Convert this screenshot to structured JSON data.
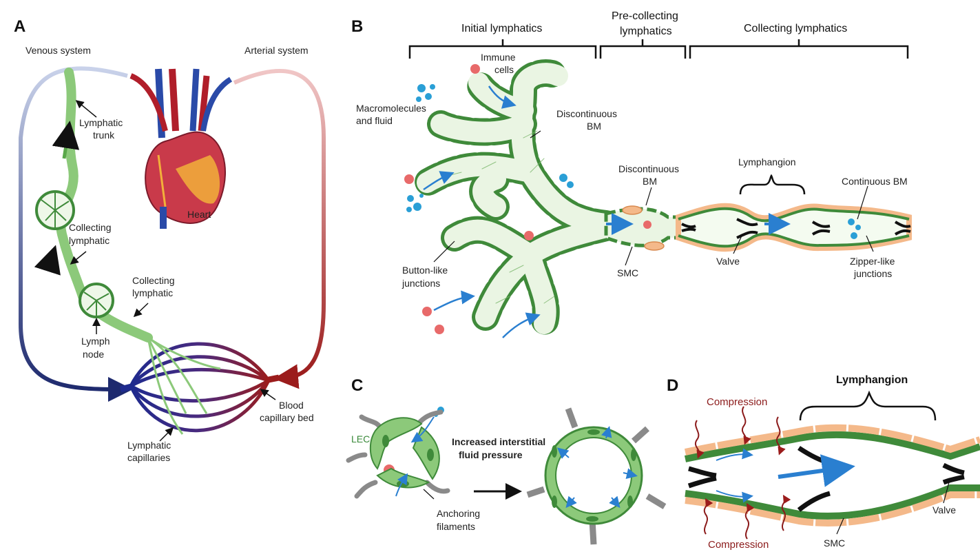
{
  "panels": {
    "a": "A",
    "b": "B",
    "c": "C",
    "d": "D"
  },
  "panel_a": {
    "venous_system": "Venous system",
    "arterial_system": "Arterial system",
    "lymphatic_trunk": [
      "Lymphatic",
      "trunk"
    ],
    "heart": "Heart",
    "collecting_lymphatic_1": [
      "Collecting",
      "lymphatic"
    ],
    "collecting_lymphatic_2": [
      "Collecting",
      "lymphatic"
    ],
    "lymph_node": [
      "Lymph",
      "node"
    ],
    "blood_capillary_bed": [
      "Blood",
      "capillary bed"
    ],
    "lymphatic_capillaries": [
      "Lymphatic",
      "capillaries"
    ]
  },
  "panel_b": {
    "initial_lymphatics": "Initial lymphatics",
    "pre_collecting_lymphatics": [
      "Pre-collecting",
      "lymphatics"
    ],
    "collecting_lymphatics": "Collecting lymphatics",
    "immune_cells": [
      "Immune",
      "cells"
    ],
    "macromolecules": [
      "Macromolecules",
      "and fluid"
    ],
    "discontinuous_bm_1": [
      "Discontinuous",
      "BM"
    ],
    "discontinuous_bm_2": [
      "Discontinuous",
      "BM"
    ],
    "lymphangion": "Lymphangion",
    "continuous_bm": "Continuous BM",
    "button_junctions": [
      "Button-like",
      "junctions"
    ],
    "smc": "SMC",
    "valve": "Valve",
    "zipper_junctions": [
      "Zipper-like",
      "junctions"
    ]
  },
  "panel_c": {
    "lec": "LEC",
    "increased_pressure": [
      "Increased interstitial",
      "fluid pressure"
    ],
    "anchoring_filaments": [
      "Anchoring",
      "filaments"
    ]
  },
  "panel_d": {
    "lymphangion": "Lymphangion",
    "compression_top": "Compression",
    "compression_bottom": "Compression",
    "valve": "Valve",
    "smc": "SMC"
  },
  "colors": {
    "lymph_green": "#8cc97a",
    "dark_green": "#3f8a3a",
    "vein_blue": "#1e2a6e",
    "artery_red": "#9b1c1c",
    "smc_orange": "#f4b98a",
    "fluid_blue": "#2a9fd6",
    "immune_pink": "#e86a6a",
    "compression_red": "#8b1a1a"
  }
}
